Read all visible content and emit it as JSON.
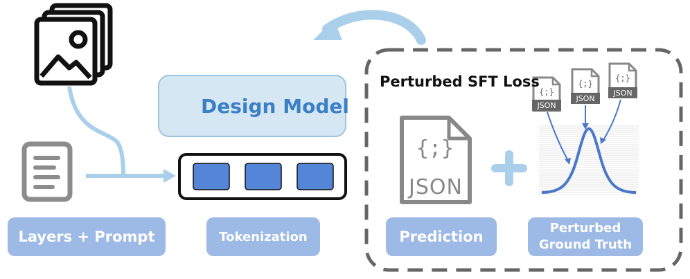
{
  "input": {
    "label": "Layers + Prompt"
  },
  "model": {
    "label": "Design Model"
  },
  "tokenization": {
    "label": "Tokenization"
  },
  "loss": {
    "title": "Perturbed SFT Loss",
    "prediction_label": "Prediction",
    "ground_truth_label_line1": "Perturbed",
    "ground_truth_label_line2": "Ground Truth",
    "json_text": "JSON",
    "braces_text": "{;}"
  },
  "colors": {
    "pill_bg": "#9db9e6",
    "token_fill": "#5585d6",
    "connector": "#a9cfea",
    "curve": "#4a78c8",
    "plus": "#a9cfea",
    "dashed_border": "#666666"
  }
}
